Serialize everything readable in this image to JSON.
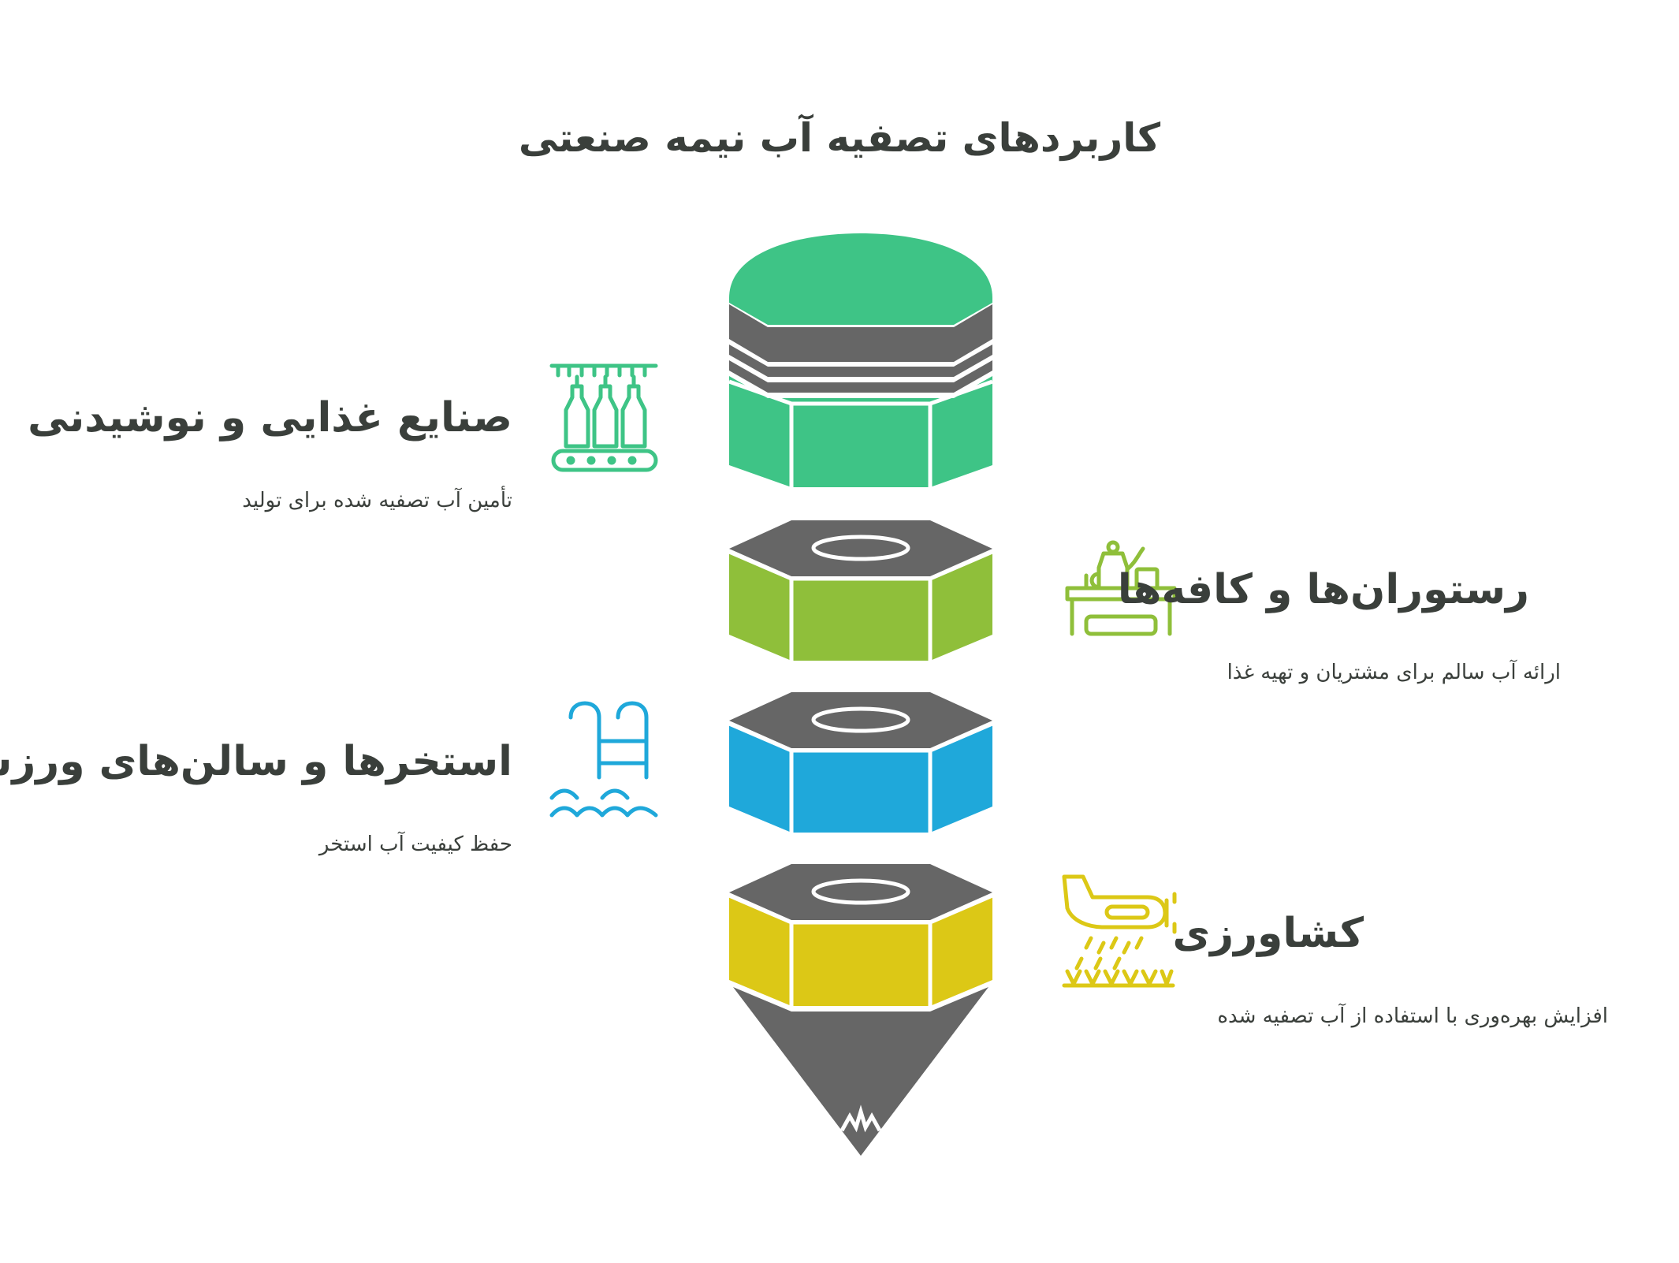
{
  "title": "کاربردهای تصفیه آب نیمه صنعتی",
  "items": [
    {
      "heading": "صنایع غذایی و نوشیدنی",
      "description": "تأمین آب تصفیه شده برای تولید",
      "icon": "bottling-conveyor-icon",
      "color": "#3ec486"
    },
    {
      "heading": "رستوران‌ها و کافه‌ها",
      "description": "ارائه آب سالم برای مشتریان و تهیه غذا",
      "icon": "cafe-table-icon",
      "color": "#8fbf3a"
    },
    {
      "heading": "استخرها و سالن‌های ورزشی",
      "description": "حفظ کیفیت آب استخر",
      "icon": "pool-ladder-icon",
      "color": "#1fa8da"
    },
    {
      "heading": "کشاورزی",
      "description": "افزایش بهره‌وری با استفاده از آب تصفیه شده",
      "icon": "crop-duster-plane-icon",
      "color": "#dcc816"
    }
  ],
  "colors": {
    "text": "#3a3f3b",
    "dark_segment": "#666666"
  }
}
